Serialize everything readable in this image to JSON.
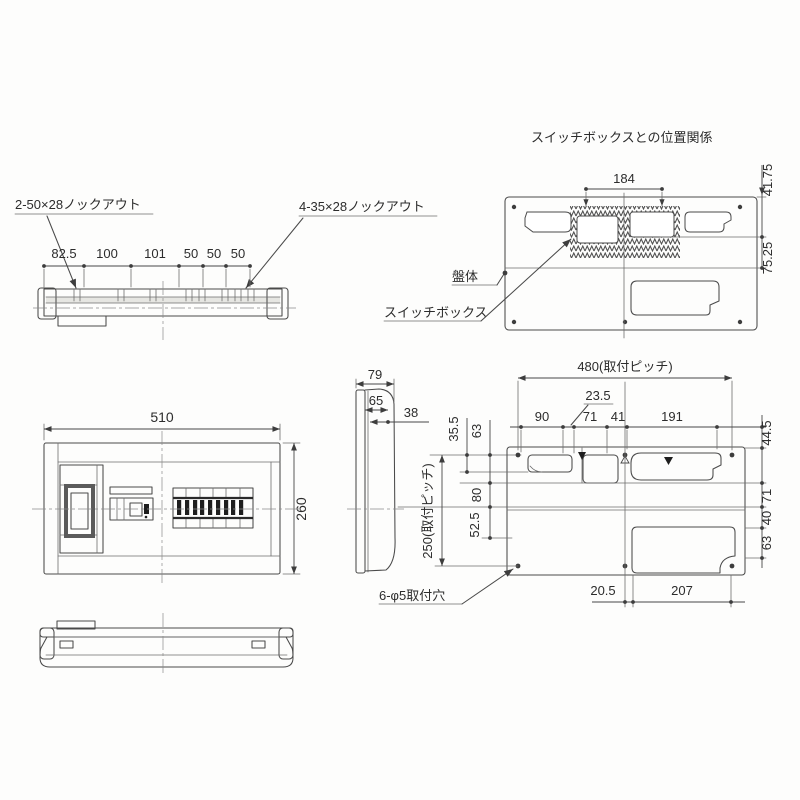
{
  "page": {
    "background": "#fdfdfc",
    "line_color": "#4a4a4a",
    "text_color": "#2c2c2c"
  },
  "views": {
    "top_view": {
      "knockout_label_left": "2-50×28ノックアウト",
      "knockout_label_right": "4-35×28ノックアウト",
      "dims": [
        "82.5",
        "100",
        "101",
        "50",
        "50",
        "50"
      ]
    },
    "switchbox_relation": {
      "title": "スイッチボックスとの位置関係",
      "dim_width": "184",
      "dim_top_right": "41.75",
      "dim_bottom_right": "75.25",
      "label_panel_body": "盤体",
      "label_switch_box": "スイッチボックス"
    },
    "front_view": {
      "dim_width": "510",
      "dim_height": "260"
    },
    "side_view": {
      "dim_depth_total": "79",
      "dim_depth_body": "65",
      "dim_depth_cover": "38"
    },
    "back_view": {
      "dim_pitch_h": "480(取付ピッチ)",
      "dim_pitch_v": "250(取付ピッチ)",
      "dim_leader": "23.5",
      "dims_top": [
        "90",
        "71",
        "41",
        "191"
      ],
      "dims_right": [
        "44.5",
        "71",
        "40",
        "63"
      ],
      "dims_left": [
        "35.5",
        "63",
        "80",
        "52.5"
      ],
      "dims_bottom": [
        "20.5",
        "207"
      ],
      "label_mounting_holes": "6-φ5取付穴"
    }
  }
}
